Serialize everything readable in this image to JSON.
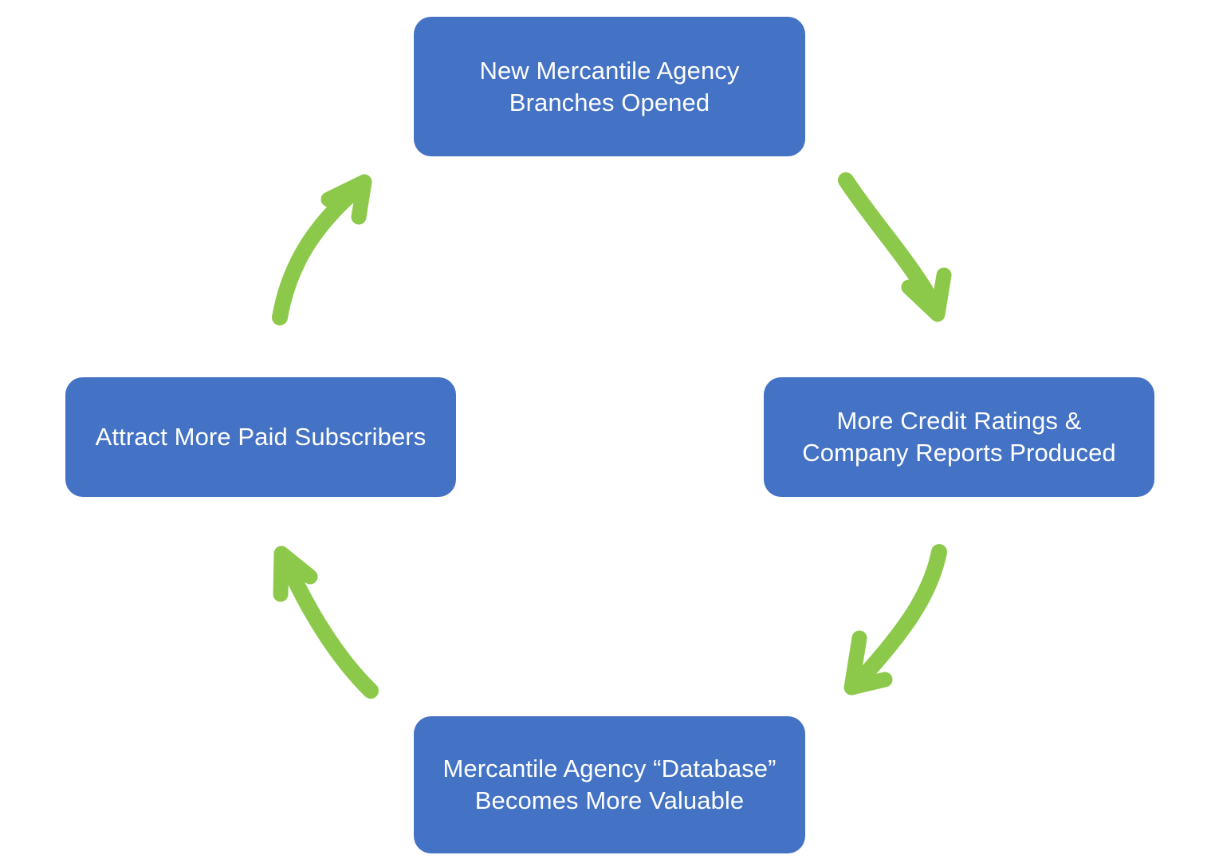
{
  "diagram": {
    "type": "cycle",
    "direction": "clockwise",
    "background_color": "#FFFFFF",
    "node_color": "#4472C4",
    "node_text_color": "#FFFFFF",
    "arrow_color": "#8CC94A",
    "nodes": [
      {
        "id": "top",
        "label": "New Mercantile Agency\nBranches Opened"
      },
      {
        "id": "right",
        "label": "More Credit Ratings &\nCompany Reports Produced"
      },
      {
        "id": "bottom",
        "label": "Mercantile Agency “Database”\nBecomes More Valuable"
      },
      {
        "id": "left",
        "label": "Attract More Paid Subscribers"
      }
    ],
    "arrows": [
      {
        "id": "top-to-right",
        "from": "top",
        "to": "right"
      },
      {
        "id": "right-to-bottom",
        "from": "right",
        "to": "bottom"
      },
      {
        "id": "bottom-to-left",
        "from": "bottom",
        "to": "left"
      },
      {
        "id": "left-to-top",
        "from": "left",
        "to": "top"
      }
    ]
  }
}
